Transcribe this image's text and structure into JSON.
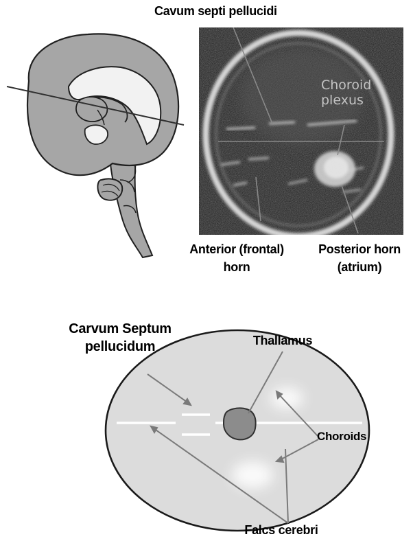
{
  "top": {
    "ultrasound_text": [
      "Choroid",
      "plexus"
    ],
    "labels": {
      "cavum_septi": "Cavum septi pellucidi",
      "anterior_horn_line1": "Anterior (frontal)",
      "anterior_horn_line2": "horn",
      "posterior_horn_line1": "Posterior horn",
      "posterior_horn_line2": "(atrium)"
    }
  },
  "bottom": {
    "labels": {
      "carvum_line1": "Carvum Septum",
      "carvum_line2": "pellucidum",
      "thallamus": "Thallamus",
      "choroids": "Choroids",
      "falcs": "Falcs cerebri"
    }
  },
  "colors": {
    "brain_fill": "#a6a6a6",
    "skull_fill": "#dcdcdc",
    "thalamus_fill": "#8c8c8c",
    "pointer_line": "#808080",
    "midline": "#ffffff",
    "ultrasound_bg": "#1c1c1c"
  }
}
